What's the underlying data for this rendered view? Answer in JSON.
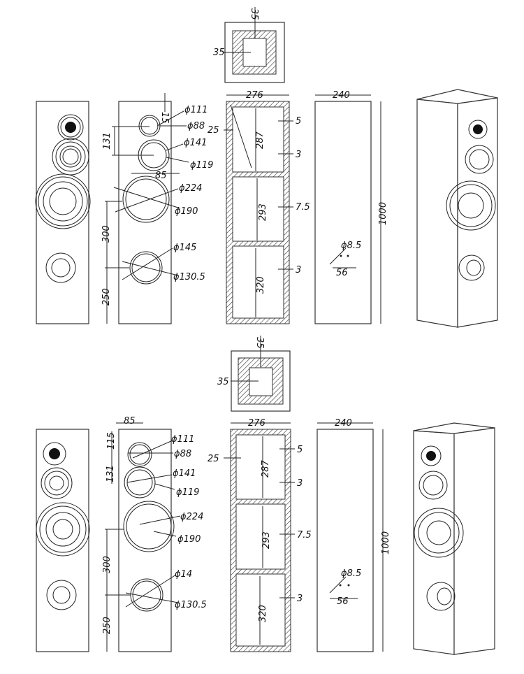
{
  "drawing_top": {
    "port_section": {
      "d1": "35",
      "d2": "35"
    },
    "front_dims": {
      "tweeter_offset": "15",
      "tw_outer": "ϕ111",
      "tw_inner": "ϕ88",
      "mid_outer": "ϕ141",
      "mid_inner": "ϕ119",
      "spacing": "131",
      "width": "85",
      "woof_outer": "ϕ224",
      "woof_inner": "ϕ190",
      "port_outer": "ϕ145",
      "port_inner": "ϕ130.5",
      "vert_300": "300",
      "vert_250": "250"
    },
    "section_dims": {
      "width": "276",
      "wall": "25",
      "c1": "287",
      "c2": "293",
      "c3": "320",
      "s1": "5",
      "s2": "3",
      "s3": "7.5",
      "s4": "3"
    },
    "side_dims": {
      "depth": "240",
      "height": "1000",
      "term": "ϕ8.5",
      "term_spacing": "56"
    }
  },
  "drawing_bottom": {
    "port_section": {
      "d1": "35",
      "d2": "35"
    },
    "front_dims": {
      "width": "85",
      "tweeter_offset": "115",
      "tw_outer": "ϕ111",
      "tw_inner": "ϕ88",
      "mid_outer": "ϕ141",
      "mid_inner": "ϕ119",
      "spacing": "131",
      "woof_outer": "ϕ224",
      "woof_inner": "ϕ190",
      "port_outer": "ϕ14",
      "port_inner": "ϕ130.5",
      "vert_300": "300",
      "vert_250": "250"
    },
    "section_dims": {
      "width": "276",
      "wall": "25",
      "c1": "287",
      "c2": "293",
      "c3": "320",
      "s1": "5",
      "s2": "3",
      "s3": "7.5",
      "s4": "3"
    },
    "side_dims": {
      "depth": "240",
      "height": "1000",
      "term": "ϕ8.5",
      "term_spacing": "56"
    }
  }
}
